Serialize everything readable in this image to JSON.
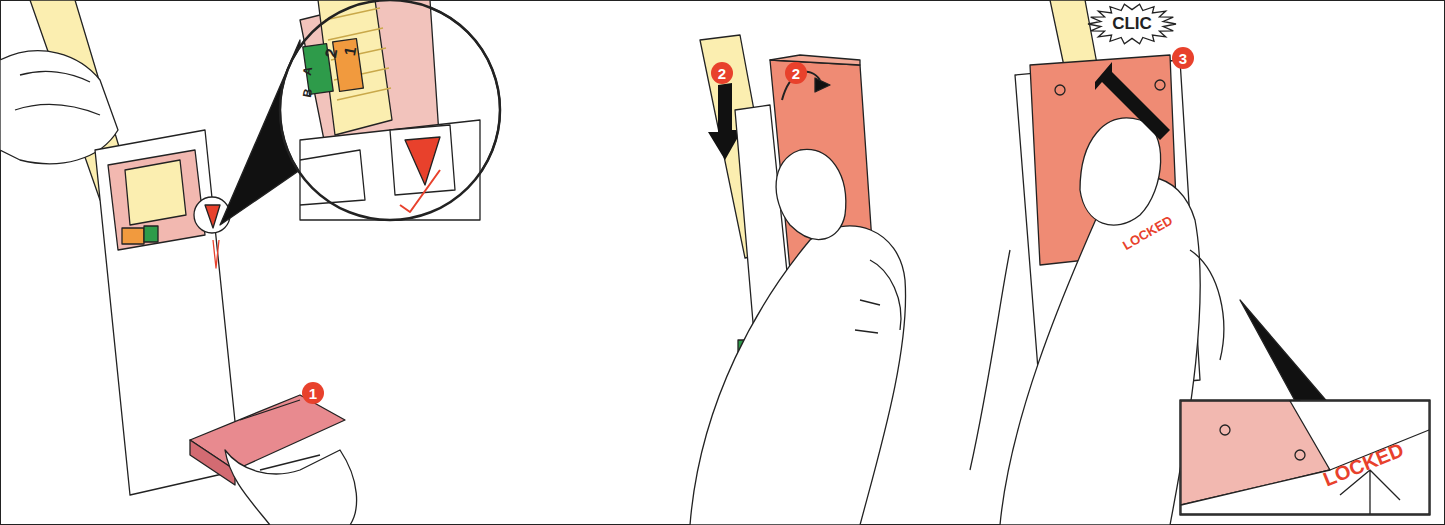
{
  "diagram": {
    "nodes": [
      {
        "text": [
          "1"
        ]
      },
      {
        "text": [
          "2"
        ]
      },
      {
        "text": [
          "2"
        ]
      },
      {
        "text": [
          "CLIC"
        ]
      },
      {
        "text": [
          "3"
        ]
      }
    ],
    "labels": [
      "1",
      "2",
      "A",
      "B",
      "LOCKED",
      "LOCKED"
    ]
  }
}
